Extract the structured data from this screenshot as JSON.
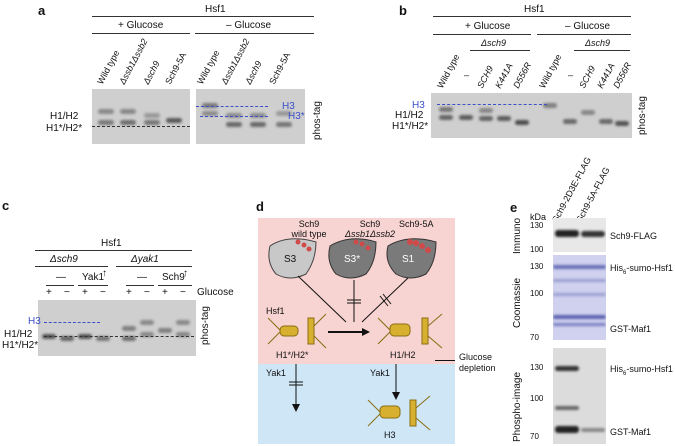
{
  "panels": {
    "a": "a",
    "b": "b",
    "c": "c",
    "d": "d",
    "e": "e"
  },
  "a": {
    "title": "Hsf1",
    "glucose_plus": "+ Glucose",
    "glucose_minus": "– Glucose",
    "lanes": [
      "Wild type",
      "Δssb1Δssb2",
      "Δsch9",
      "Sch9-5A",
      "Wild type",
      "Δssb1Δssb2",
      "Δsch9",
      "Sch9-5A"
    ],
    "left_labels": [
      "H1/H2",
      "H1*/H2*"
    ],
    "right_labels": [
      "H3",
      "H3*"
    ],
    "side": "phos-tag"
  },
  "b": {
    "title": "Hsf1",
    "glucose_plus": "+ Glucose",
    "glucose_minus": "– Glucose",
    "group": "Δsch9",
    "lanes": [
      "Wild type",
      "–",
      "SCH9",
      "K441A",
      "D556R",
      "Wild type",
      "–",
      "SCH9",
      "K441A",
      "D556R"
    ],
    "left_labels": [
      "H3",
      "H1/H2",
      "H1*/H2*"
    ],
    "side": "phos-tag"
  },
  "c": {
    "title": "Hsf1",
    "groups": [
      "Δsch9",
      "Δyak1"
    ],
    "sub": [
      "—",
      "Yak1",
      "—",
      "Sch9"
    ],
    "signs": [
      "+",
      "−",
      "+",
      "−",
      "+",
      "−",
      "+",
      "−"
    ],
    "glucose": "Glucose",
    "left_labels": [
      "H3",
      "H1/H2",
      "H1*/H2*"
    ],
    "side": "phos-tag"
  },
  "d": {
    "sch9_wt": "Sch9\nwild type",
    "sch9_ko": "Sch9",
    "sch9_ko2": "Δssb1Δssb2",
    "sch9_5a": "Sch9-5A",
    "s3": "S3",
    "s3star": "S3*",
    "s1": "S1",
    "hsf1": "Hsf1",
    "h1star": "H1*/H2*",
    "h1": "H1/H2",
    "yak1_left": "Yak1",
    "yak1_right": "Yak1",
    "h3": "H3",
    "depletion": "Glucose\ndepletion"
  },
  "e": {
    "lanes": [
      "Sch9-2D3E-FLAG",
      "Sch9-5A-FLAG"
    ],
    "kda": "kDa",
    "sections": [
      "Immuno",
      "Coomassie",
      "Phospho-image"
    ],
    "mw_immuno": [
      "130",
      "100"
    ],
    "mw_coom": [
      "130",
      "100",
      "70"
    ],
    "mw_phos": [
      "130",
      "100",
      "70"
    ],
    "right_labels": [
      "Sch9-FLAG",
      "His6-sumo-Hsf1",
      "GST-Maf1",
      "His6-sumo-Hsf1",
      "GST-Maf1"
    ]
  },
  "colors": {
    "accent_blue": "#3b4fc8",
    "pink": "#f7d3d1",
    "lightblue": "#cfe6f6",
    "protein": "#d8b030"
  }
}
